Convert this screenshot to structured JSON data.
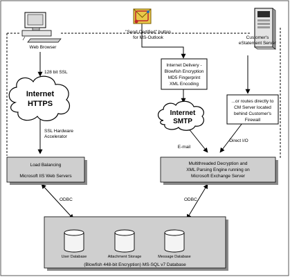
{
  "nodes": {
    "web_browser": "Web Browser",
    "send_button": [
      "\"Send Certified\" button",
      "for MS-Outlook"
    ],
    "customer_server": [
      "Customer's",
      "eStatement Server"
    ],
    "internet_https": [
      "Internet",
      "HTTPS"
    ],
    "internet_smtp": [
      "Internet",
      "SMTP"
    ],
    "internet_delivery": [
      "Internet Delivery -",
      "Blowfish Encryption",
      "MD5 Fingerprint",
      "XML Encoding"
    ],
    "routes_directly": [
      "...or routes directly to",
      "CM Server located",
      "behind Customer's",
      "Firewall"
    ],
    "load_balancing": [
      "Load Balancing",
      "Microsoft IIS Web Servers"
    ],
    "exchange_engine": [
      "Multithreaded Decryption and",
      "XML Parsing Engine running on",
      "Microsoft Exchange Server"
    ],
    "databases": [
      "User Database",
      "Attachment Storage",
      "Message Database"
    ],
    "database_caption": "(Blowfish 448-bit Encryption) MS-SQL v7 Database"
  },
  "edges": {
    "ssl_128": "128 bit SSL",
    "ssl_accelerator": [
      "SSL Hardware",
      "Accelerator"
    ],
    "email": "E-mail",
    "direct_io": "Direct I/O",
    "odbc_left": "ODBC",
    "odbc_right": "ODBC"
  },
  "colors": {
    "box_fill": "#cfcfcf",
    "shadow": "#8a8a8a",
    "envelope": "#e8c84a",
    "icon_red": "#c0262c"
  },
  "icons": [
    "computer-icon",
    "outlook-certified-icon",
    "server-tower-icon",
    "cloud-icon",
    "database-cylinder-icon"
  ]
}
